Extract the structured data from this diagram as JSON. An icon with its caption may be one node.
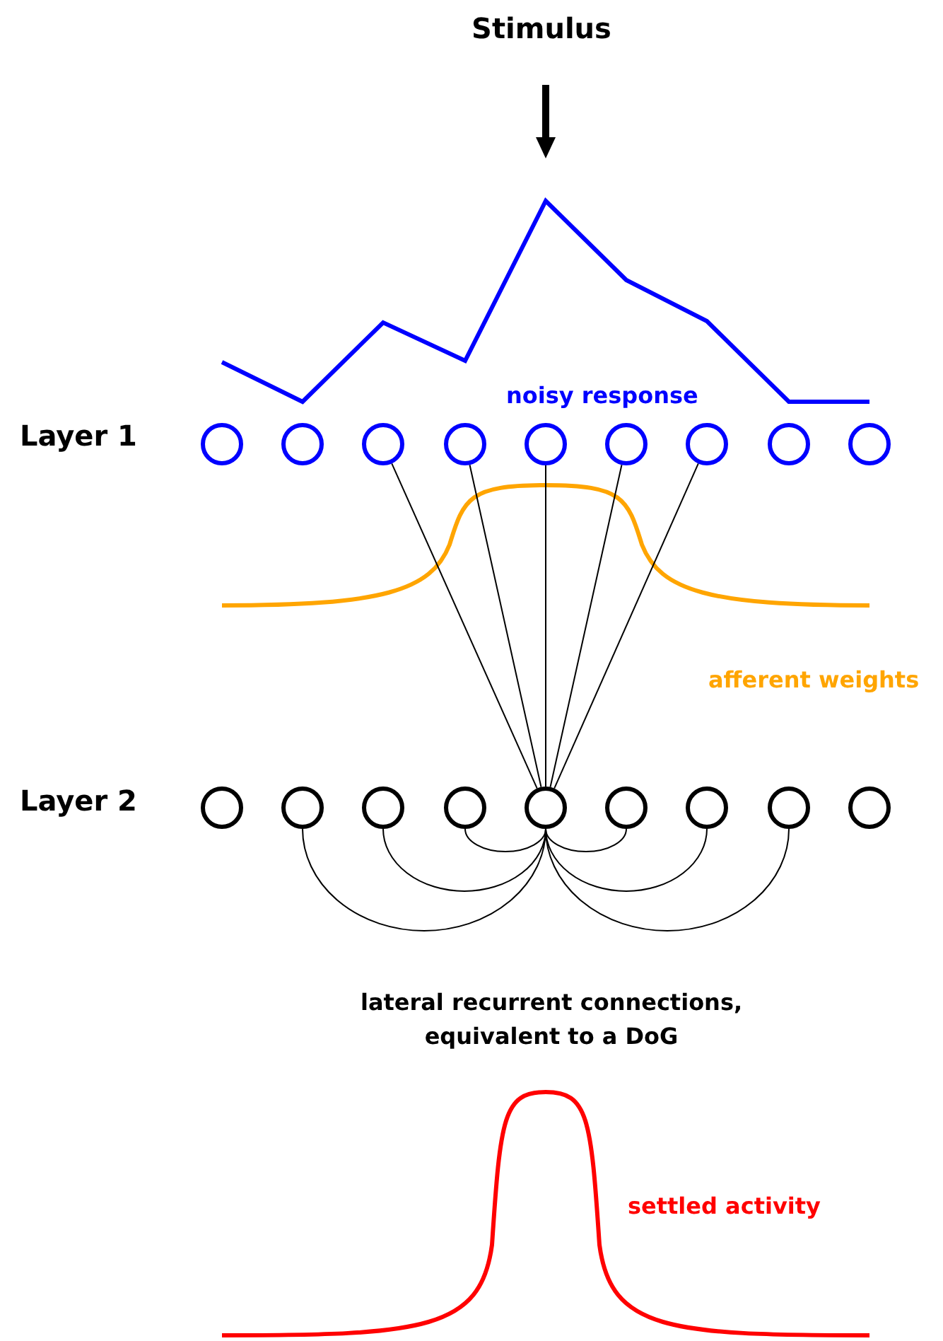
{
  "diagram": {
    "title": "Stimulus",
    "nodes": [
      {
        "text": [],
        "shape": "circle"
      },
      {
        "text": [],
        "shape": "circle"
      },
      {
        "text": [],
        "shape": "circle"
      },
      {
        "text": [],
        "shape": "circle"
      },
      {
        "text": [],
        "shape": "circle"
      },
      {
        "text": [],
        "shape": "circle"
      },
      {
        "text": [],
        "shape": "circle"
      },
      {
        "text": [],
        "shape": "circle"
      },
      {
        "text": [],
        "shape": "circle"
      },
      {
        "text": [],
        "shape": "circle"
      },
      {
        "text": [],
        "shape": "circle"
      },
      {
        "text": [],
        "shape": "circle"
      },
      {
        "text": [],
        "shape": "circle"
      },
      {
        "text": [],
        "shape": "circle"
      },
      {
        "text": [],
        "shape": "circle"
      },
      {
        "text": [],
        "shape": "circle"
      },
      {
        "text": [],
        "shape": "circle"
      },
      {
        "text": [],
        "shape": "circle"
      }
    ],
    "edges": [
      {
        "from": 2,
        "to": 13,
        "arrow": "none"
      },
      {
        "from": 3,
        "to": 13,
        "arrow": "none"
      },
      {
        "from": 4,
        "to": 13,
        "arrow": "none"
      },
      {
        "from": 5,
        "to": 13,
        "arrow": "none"
      },
      {
        "from": 6,
        "to": 13,
        "arrow": "none"
      },
      {
        "from": 13,
        "to": 10,
        "arrow": "none"
      },
      {
        "from": 13,
        "to": 11,
        "arrow": "none"
      },
      {
        "from": 13,
        "to": 12,
        "arrow": "none"
      },
      {
        "from": 13,
        "to": 14,
        "arrow": "none"
      },
      {
        "from": 13,
        "to": 15,
        "arrow": "none"
      },
      {
        "from": 13,
        "to": 16,
        "arrow": "none"
      }
    ],
    "labels": [
      "noisy response",
      "Layer 1",
      "afferent weights",
      "Layer 2",
      "lateral recurrent connections, equivalent to a DoG",
      "settled activity"
    ]
  }
}
